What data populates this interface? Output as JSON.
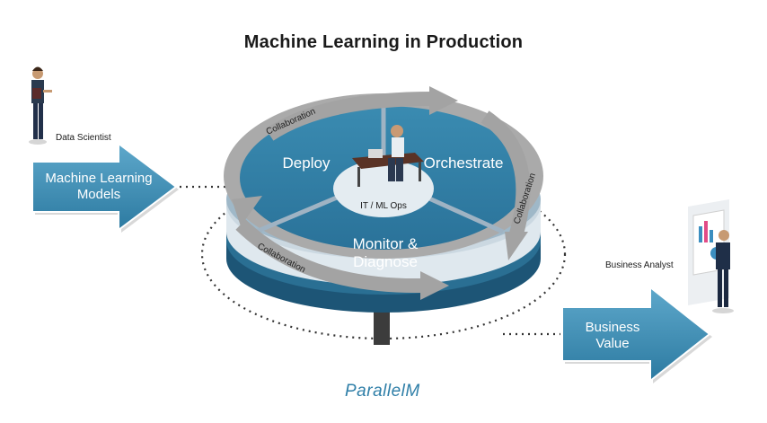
{
  "title": "Machine Learning in Production",
  "roles": {
    "data_scientist": "Data Scientist",
    "business_analyst": "Business Analyst",
    "it_ml_ops": "IT / ML Ops"
  },
  "inputs": {
    "left_arrow_line1": "Machine Learning",
    "left_arrow_line2": "Models"
  },
  "outputs": {
    "right_arrow_line1": "Business",
    "right_arrow_line2": "Value"
  },
  "cycle": {
    "deploy": "Deploy",
    "orchestrate": "Orchestrate",
    "monitor_line1": "Monitor &",
    "monitor_line2": "Diagnose",
    "collab_top": "Collaboration",
    "collab_right": "Collaboration",
    "collab_bottom": "Collaboration"
  },
  "logo": "ParallelM",
  "colors": {
    "primary_blue": "#2f7ea5",
    "dark_blue": "#1f5f80",
    "light_blue": "#5aa3c6",
    "ring_gray": "#a9a9a9",
    "arrow_gray": "#8f8f8f"
  }
}
